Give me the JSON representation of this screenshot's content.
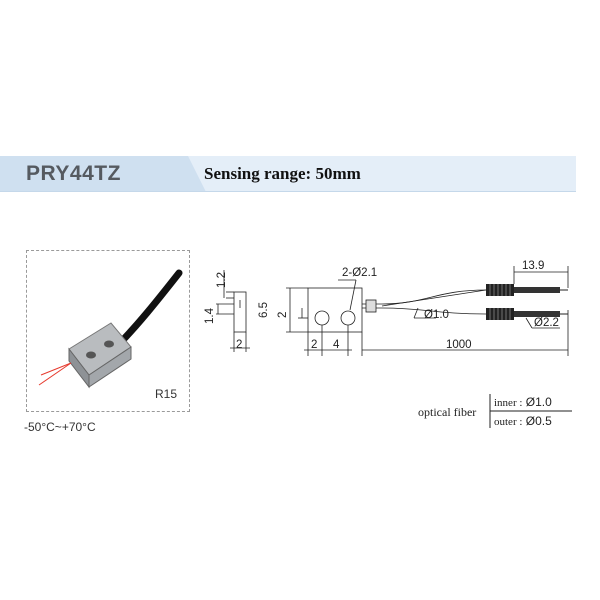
{
  "header": {
    "model": "PRY44TZ",
    "sensing_range": "Sensing range: 50mm",
    "band_color": "#dde9f5",
    "left_tab_color": "#c9ddef"
  },
  "photo": {
    "label": "R15",
    "temperature": "-50°C~+70°C"
  },
  "dimensions": {
    "top_thickness": "1.2",
    "side_height": "1.4",
    "side_width": "2",
    "body_height": "6.5",
    "hole_offset_v": "2",
    "hole_offset_h": "2",
    "hole_pitch": "4",
    "holes": "2-Ø2.1",
    "fiber_diameter": "Ø1.0",
    "length": "1000",
    "connector_length": "13.9",
    "connector_diameter": "Ø2.2"
  },
  "optical_fiber": {
    "title": "optical fiber",
    "inner_key": "inner :",
    "inner_value": "Ø1.0",
    "outer_key": "outer :",
    "outer_value": "Ø0.5"
  }
}
